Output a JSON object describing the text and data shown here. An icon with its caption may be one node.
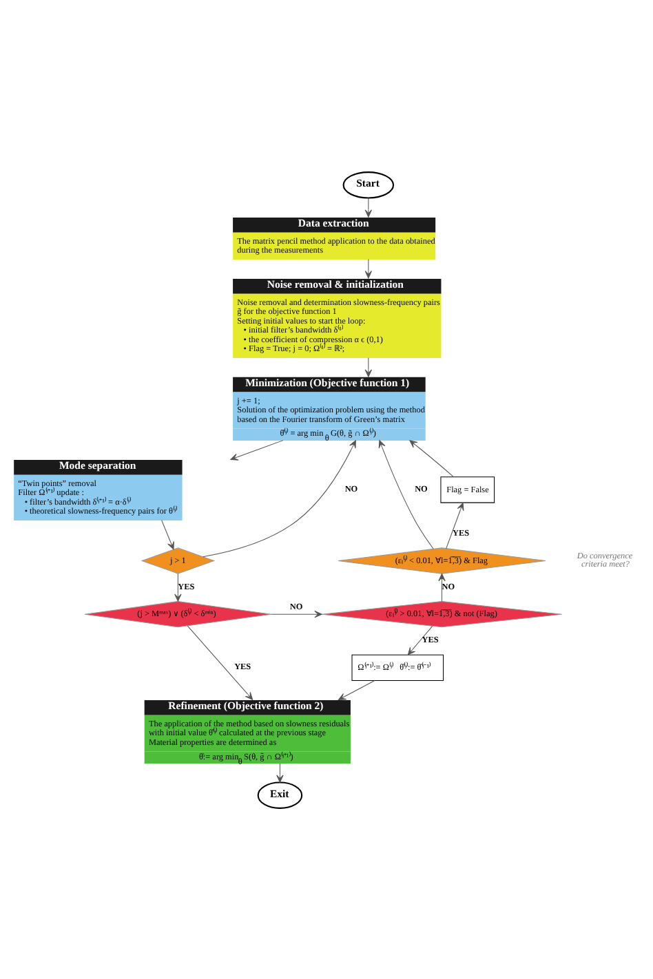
{
  "diagram": {
    "nodes": [
      {
        "text": [
          "Start"
        ]
      },
      {
        "text": [
          "Data extraction",
          "The matrix pencil method application to the data obtained during the measurements"
        ]
      },
      {
        "text": [
          "Noise removal & initialization",
          "Noise removal and determination slowness-frequency pairs g̃ for the objective function 1",
          "Setting initial values to start the loop:",
          "• initial filter’s bandwidth δ⁽¹⁾",
          "• the coefficient of compression α ϵ (0,1)",
          "• Flag = True; j = 0; Ω⁽¹⁾ = ℝ²;"
        ]
      },
      {
        "text": [
          "Minimization (Objective function 1)",
          "j += 1;",
          "Solution of the optimization problem using the method based on the Fourier transform of Green’s matrix",
          "θ̂⁽ʲ⁾ = arg min$_{θ}$ G(θ, g̃ ∩ Ω⁽ʲ⁾)"
        ]
      },
      {
        "text": [
          "Mode separation",
          "“Twin points” removal",
          "Filter Ω⁽ʲ⁺¹⁾ update :",
          "• filter’s bandwidth δ⁽ʲ⁺¹⁾ = α·δ⁽ʲ⁾",
          "• theoretical slowness-frequency pairs for θ⁽ʲ⁾"
        ]
      },
      {
        "text": [
          "j > 1"
        ]
      },
      {
        "text": [
          "(j > Mᵐᵃˣ) ∨ (δ⁽ʲ⁾ < δᵐⁱⁿ)"
        ]
      },
      {
        "text": [
          "(εₗ⁽ʲ⁾ > 0.01, ∀l=1̅,̅3̅) & not (Flag)"
        ]
      },
      {
        "text": [
          "(εₗ⁽ʲ⁾ < 0.01, ∀l=1̅,̅3̅) & Flag"
        ]
      },
      {
        "text": [
          "Flag = False"
        ]
      },
      {
        "text": [
          "Ω⁽ʲ⁺¹⁾:= Ω⁽ʲ⁾   θ̂⁽ʲ⁾:= θ̂⁽ʲ⁻¹⁾"
        ]
      },
      {
        "text": [
          "Refinement (Objective function 2)",
          "The application of the method based on slowness residuals with initial value θ̂⁽ʲ⁾ calculated at the previous stage",
          "Material properties are determined as",
          "θ̂:= arg min$_{θ}$ S(θ, g̃ ∩ Ω⁽ʲ⁺¹⁾)"
        ]
      },
      {
        "text": [
          "Exit"
        ]
      }
    ],
    "edges": [
      {
        "from": 0,
        "to": 1,
        "arrow": "to"
      },
      {
        "from": 1,
        "to": 2,
        "arrow": "to"
      },
      {
        "from": 2,
        "to": 3,
        "arrow": "to"
      },
      {
        "from": 3,
        "to": 4,
        "arrow": "to"
      },
      {
        "from": 4,
        "to": 5,
        "arrow": "to"
      },
      {
        "from": 5,
        "to": 3,
        "arrow": "to",
        "label": "NO"
      },
      {
        "from": 5,
        "to": 6,
        "arrow": "to",
        "label": "YES"
      },
      {
        "from": 6,
        "to": 7,
        "arrow": "to",
        "label": "NO"
      },
      {
        "from": 6,
        "to": 11,
        "arrow": "to",
        "label": "YES"
      },
      {
        "from": 7,
        "to": 8,
        "arrow": "to",
        "label": "NO"
      },
      {
        "from": 7,
        "to": 10,
        "arrow": "to",
        "label": "YES"
      },
      {
        "from": 8,
        "to": 9,
        "arrow": "to",
        "label": "YES"
      },
      {
        "from": 8,
        "to": 3,
        "arrow": "to",
        "label": "NO"
      },
      {
        "from": 9,
        "to": 3,
        "arrow": "to"
      },
      {
        "from": 10,
        "to": 11,
        "arrow": "to"
      },
      {
        "from": 11,
        "to": 12,
        "arrow": "to"
      }
    ],
    "labels": [
      "Do convergence criteria meet?"
    ]
  }
}
